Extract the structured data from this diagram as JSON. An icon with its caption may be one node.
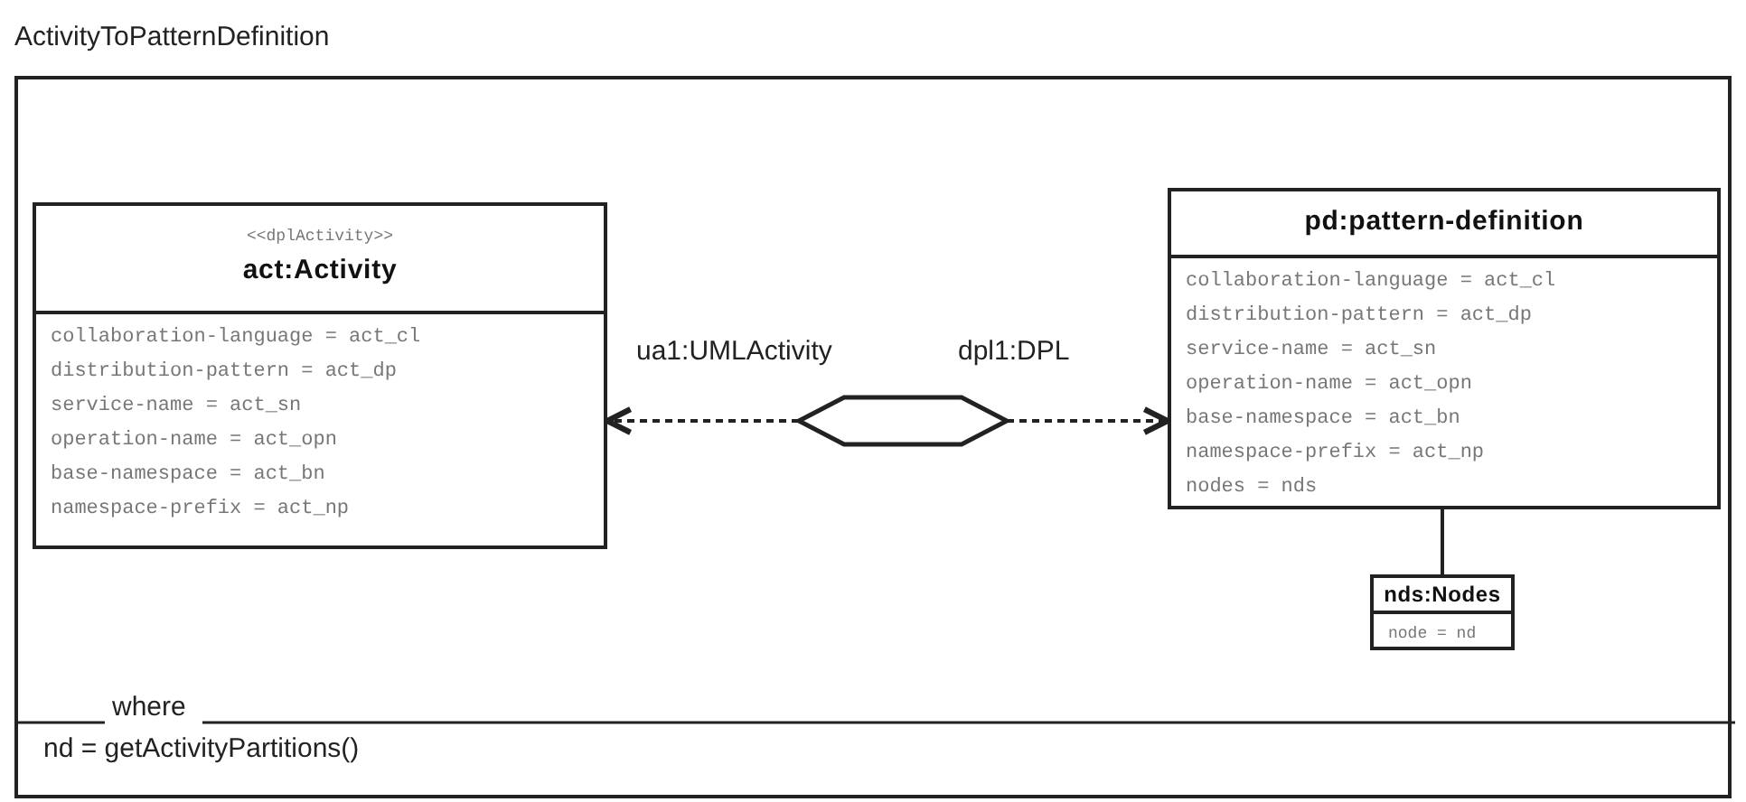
{
  "diagram": {
    "title": "ActivityToPatternDefinition",
    "nodes": [
      {
        "text": [
          "where",
          "nd = getActivityPartitions()"
        ]
      },
      {
        "text": [
          "<<dplActivity>>",
          "act:Activity",
          "collaboration-language = act_cl",
          "distribution-pattern = act_dp",
          "service-name = act_sn",
          "operation-name = act_opn",
          "base-namespace = act_bn",
          "namespace-prefix = act_np"
        ],
        "in": 0
      },
      {
        "text": [],
        "shape": "hexagon",
        "in": 0
      },
      {
        "text": [
          "pd:pattern-definition",
          "collaboration-language = act_cl",
          "distribution-pattern = act_dp",
          "service-name = act_sn",
          "operation-name = act_opn",
          "base-namespace = act_bn",
          "namespace-prefix = act_np",
          "nodes = nds"
        ],
        "in": 0
      },
      {
        "text": [
          "nds:Nodes",
          "node = nd"
        ],
        "in": 0
      }
    ],
    "edges": [
      {
        "from": 2,
        "to": 1,
        "arrow": "to",
        "label": "ua1:UMLActivity",
        "style": "dashed"
      },
      {
        "from": 2,
        "to": 3,
        "arrow": "to",
        "label": "dpl1:DPL",
        "style": "dashed"
      },
      {
        "from": 3,
        "to": 4,
        "arrow": "none"
      }
    ]
  }
}
